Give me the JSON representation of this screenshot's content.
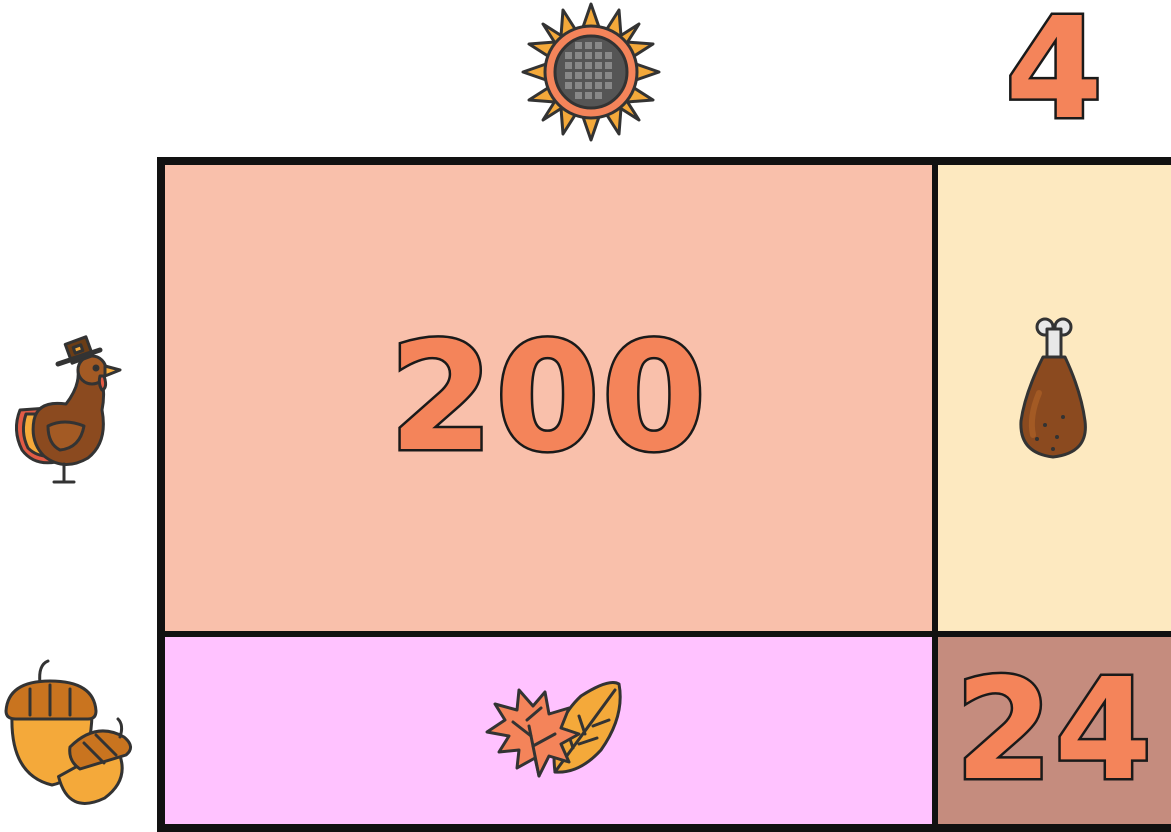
{
  "top_labels": {
    "col1_icon": "sunflower-icon",
    "col2_value": "4"
  },
  "side_labels": {
    "row1_icon": "turkey-icon",
    "row2_icon": "acorn-icon"
  },
  "cells": {
    "a": {
      "value": "200",
      "color": "#f9c0ab"
    },
    "b": {
      "icon": "drumstick-icon",
      "color": "#fde9c0"
    },
    "c": {
      "icon": "autumn-leaves-icon",
      "color": "#ffc2ff"
    },
    "d": {
      "value": "24",
      "color": "#c58c7e"
    }
  },
  "colors": {
    "number_fill": "#f4845a",
    "outline": "#1a1a1a"
  }
}
